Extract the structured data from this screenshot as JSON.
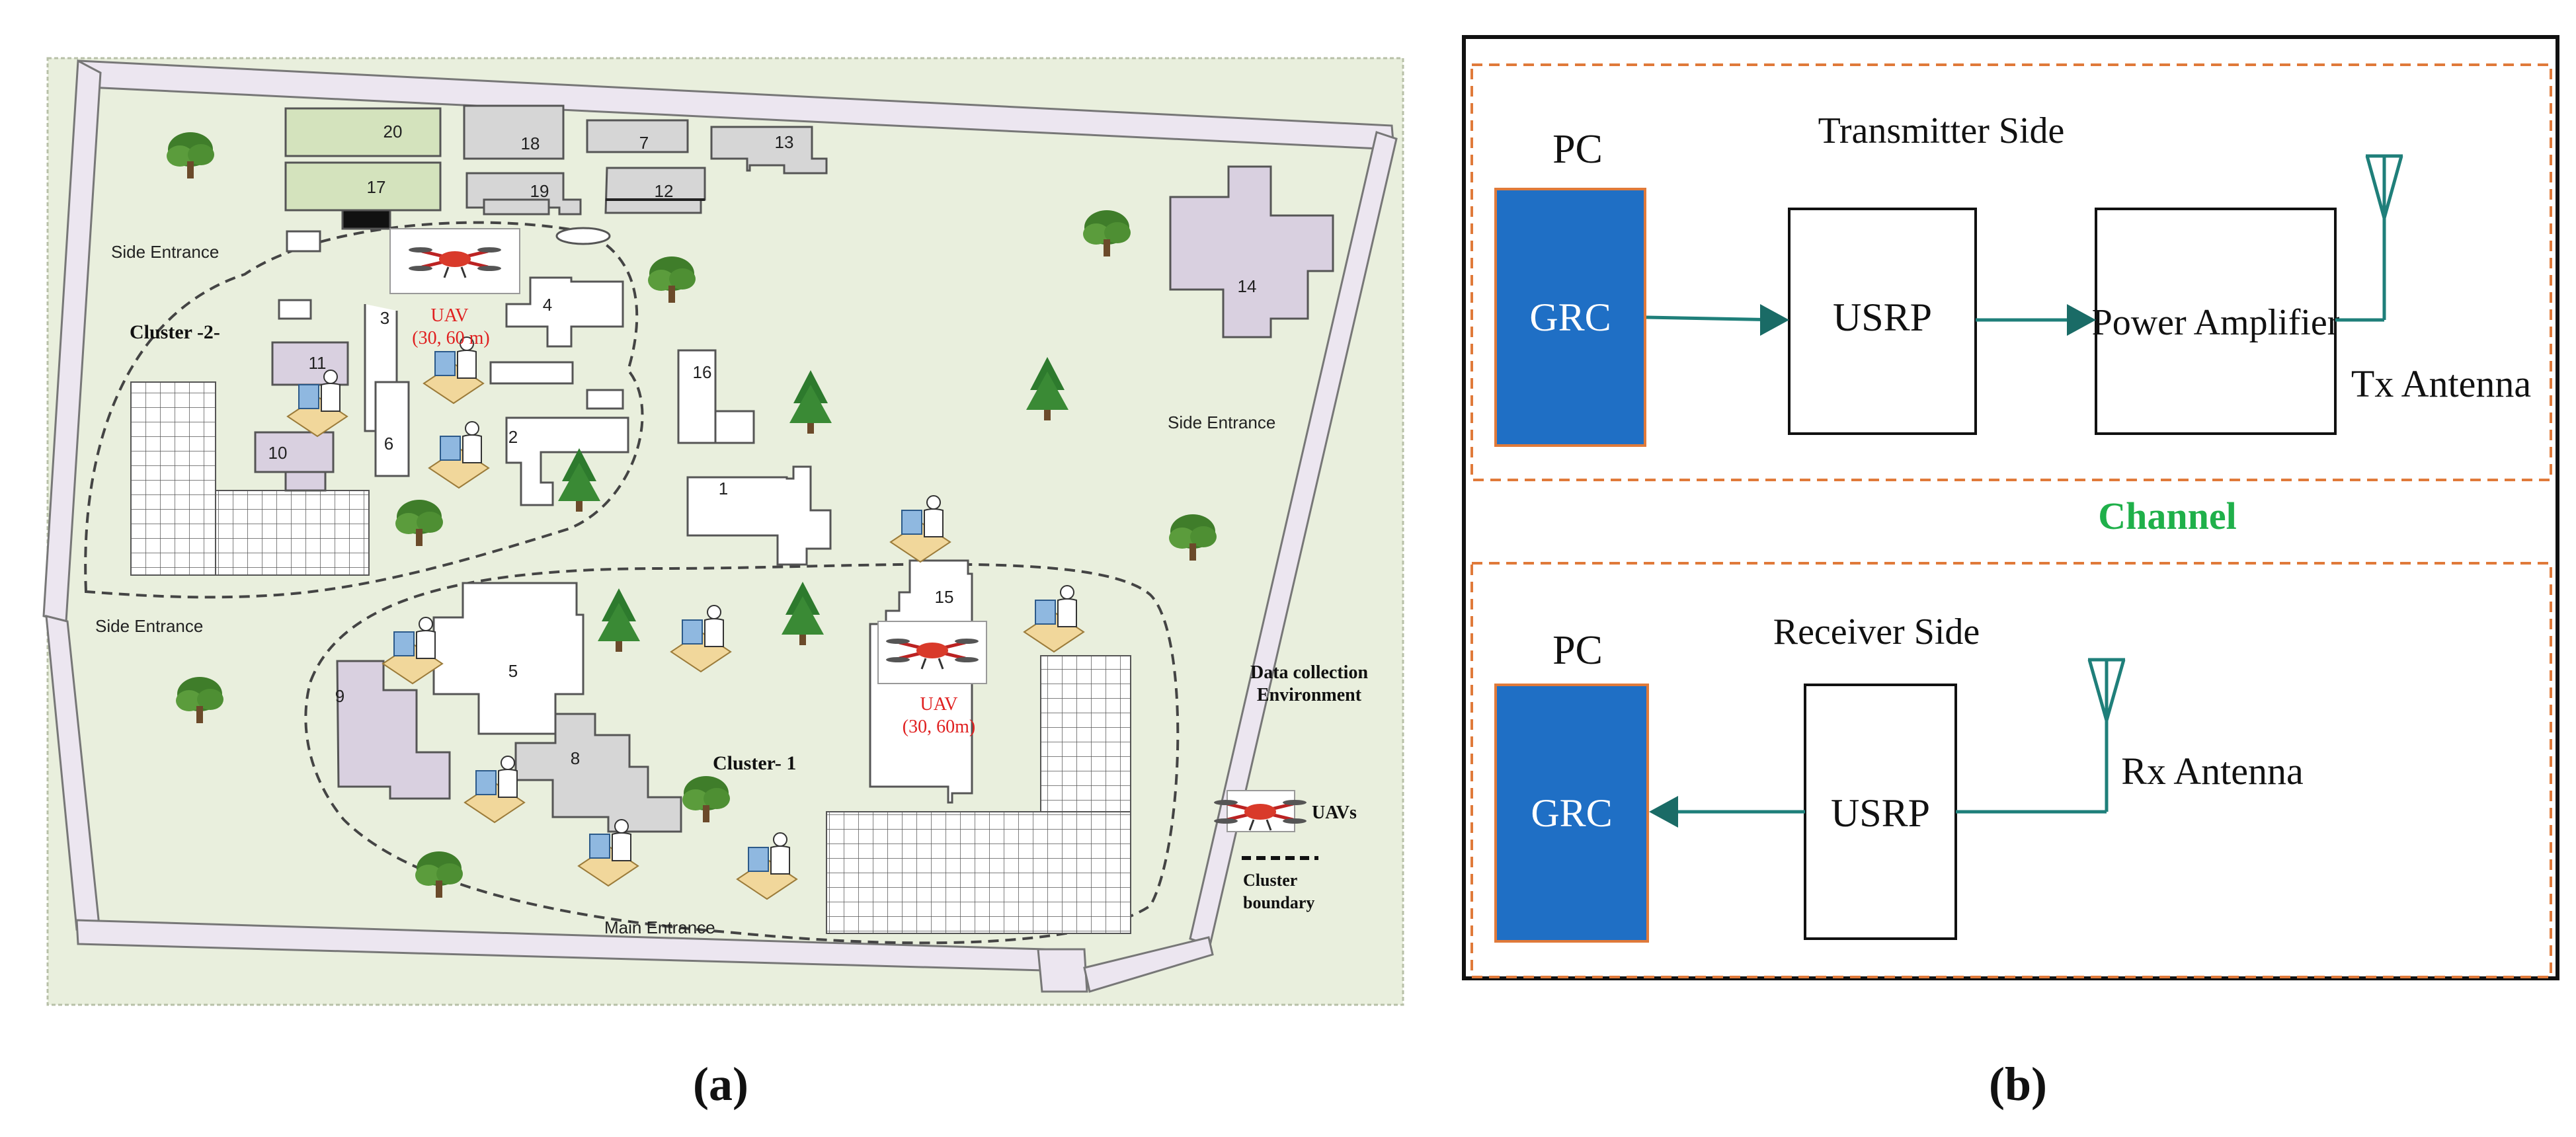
{
  "panel_a": {
    "caption": "(a)",
    "buildings": {
      "b1": "1",
      "b2": "2",
      "b3": "3",
      "b4": "4",
      "b5": "5",
      "b6": "6",
      "b7": "7",
      "b8": "8",
      "b9": "9",
      "b10": "10",
      "b11": "11",
      "b12": "12",
      "b13": "13",
      "b14": "14",
      "b15": "15",
      "b16": "16",
      "b17": "17",
      "b18": "18",
      "b19": "19",
      "b20": "20"
    },
    "entrances": {
      "side_top_left": "Side Entrance",
      "side_left": "Side Entrance",
      "side_right": "Side Entrance",
      "main": "Main Entrance"
    },
    "clusters": {
      "c2": "Cluster -2-",
      "c1": "Cluster- 1"
    },
    "uav2": {
      "name": "UAV",
      "coords": "(30, 60 m)"
    },
    "uav1": {
      "name": "UAV",
      "coords": "(30, 60m)"
    },
    "env_label": {
      "line1": "Data collection",
      "line2": "Environment"
    },
    "legend": {
      "uavs": "UAVs",
      "boundary_line1": "Cluster",
      "boundary_line2": "boundary"
    }
  },
  "panel_b": {
    "caption": "(b)",
    "pc_tx": "PC",
    "pc_rx": "PC",
    "transmitter_side": "Transmitter Side",
    "receiver_side": "Receiver  Side",
    "grc_tx": "GRC",
    "grc_rx": "GRC",
    "usrp_tx": "USRP",
    "usrp_rx": "USRP",
    "power_amplifier": "Power Amplifier",
    "tx_antenna": "Tx Antenna",
    "rx_antenna": "Rx Antenna",
    "channel": "Channel"
  },
  "colors": {
    "map_bg": "#e9efdd",
    "wall": "#ece6f0",
    "gray_building": "#d6d6d6",
    "purple_building": "#d9d0e0",
    "green_building": "#d4e3bd",
    "grc_blue": "#1f6fc5",
    "teal": "#1f7f7a",
    "dash_orange": "#e07a3a",
    "channel_green": "#1fb04a",
    "uav_red": "#e02020"
  }
}
